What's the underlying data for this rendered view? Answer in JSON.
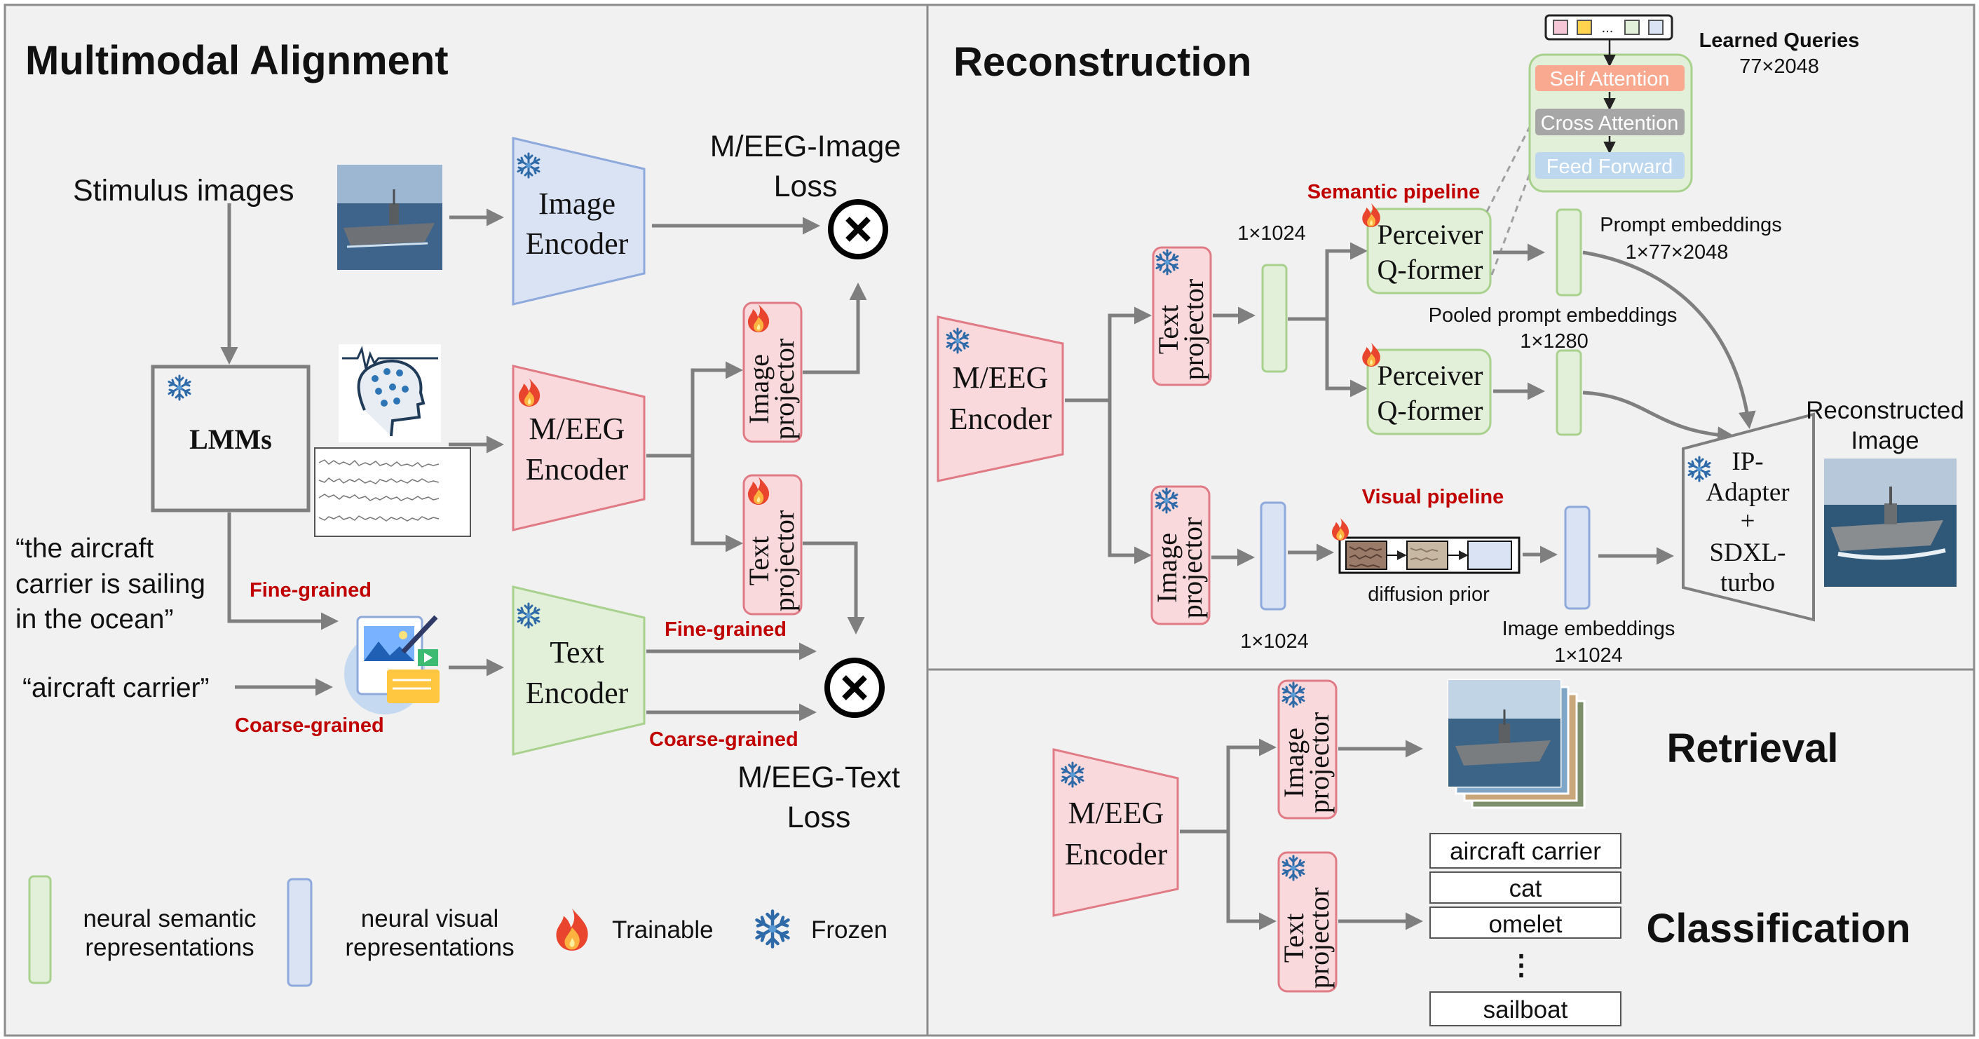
{
  "colors": {
    "panel_bg": "#f1f1f1",
    "panel_border": "#8c8c8c",
    "arrow": "#7f7f7f",
    "blue_fill": "#dae3f3",
    "blue_stroke": "#8ea9db",
    "pink_fill": "#f9d9dc",
    "pink_stroke": "#e07b86",
    "green_fill": "#e2f0d9",
    "green_stroke": "#a9d18e",
    "red_text": "#c00000",
    "self_attention": "#f8a98f",
    "cross_attention": "#a6a6a6",
    "feed_forward": "#bdd7ee"
  },
  "alignment": {
    "title": "Multimodal Alignment",
    "stimulus_label": "Stimulus images",
    "image_encoder": [
      "Image",
      "Encoder"
    ],
    "eeg_encoder": [
      "M/EEG",
      "Encoder"
    ],
    "text_encoder": [
      "Text",
      "Encoder"
    ],
    "lmms": "LMMs",
    "image_projector": [
      "Image",
      "projector"
    ],
    "text_projector": [
      "Text",
      "projector"
    ],
    "image_loss": [
      "M/EEG-Image",
      "Loss"
    ],
    "text_loss": [
      "M/EEG-Text",
      "Loss"
    ],
    "caption_quote": [
      "“the aircraft",
      "carrier is sailing",
      "in the ocean”"
    ],
    "class_quote": "“aircraft carrier”",
    "fine_grained_left": "Fine-grained",
    "coarse_grained_left": "Coarse-grained",
    "fine_grained_right": "Fine-grained",
    "coarse_grained_right": "Coarse-grained"
  },
  "legend": {
    "semantic": [
      "neural semantic",
      "representations"
    ],
    "visual": [
      "neural visual",
      "representations"
    ],
    "trainable": "Trainable",
    "frozen": "Frozen"
  },
  "reconstruction": {
    "title": "Reconstruction",
    "eeg_encoder": [
      "M/EEG",
      "Encoder"
    ],
    "text_projector": [
      "Text",
      "projector"
    ],
    "image_projector": [
      "Image",
      "projector"
    ],
    "dim_top": "1×1024",
    "dim_bottom": "1×1024",
    "semantic_pipeline": "Semantic pipeline",
    "visual_pipeline": "Visual pipeline",
    "perceiver_1": [
      "Perceiver",
      "Q-former"
    ],
    "perceiver_2": [
      "Perceiver",
      "Q-former"
    ],
    "learned_queries": "Learned Queries",
    "learned_queries_dim": "77×2048",
    "self_attention": "Self Attention",
    "cross_attention": "Cross Attention",
    "feed_forward": "Feed Forward",
    "prompt_embeddings": "Prompt embeddings",
    "prompt_embeddings_dim": "1×77×2048",
    "pooled_prompt_embeddings": "Pooled prompt embeddings",
    "pooled_dim": "1×1280",
    "diffusion_prior": "diffusion prior",
    "image_embeddings": "Image embeddings",
    "image_embeddings_dim": "1×1024",
    "ip_adapter": [
      "IP-",
      "Adapter",
      "+",
      "SDXL-",
      "turbo"
    ],
    "reconstructed": [
      "Reconstructed",
      "Image"
    ]
  },
  "retrieval": {
    "title": "Retrieval",
    "classification_title": "Classification",
    "eeg_encoder": [
      "M/EEG",
      "Encoder"
    ],
    "image_projector": [
      "Image",
      "projector"
    ],
    "text_projector": [
      "Text",
      "projector"
    ],
    "classes": [
      "aircraft carrier",
      "cat",
      "omelet",
      "sailboat"
    ],
    "ellipsis": "⋮"
  },
  "icons": {
    "frozen": "snowflake-icon",
    "trainable": "flame-icon",
    "cross": "circled-times-icon"
  }
}
